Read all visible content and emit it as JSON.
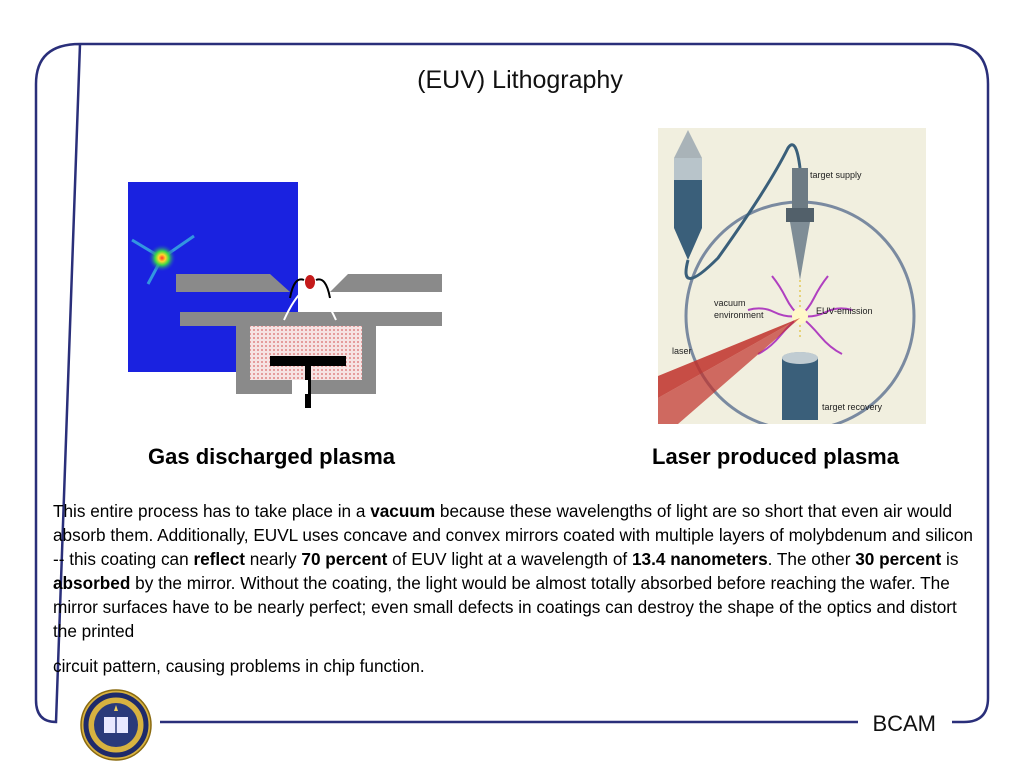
{
  "slide": {
    "title": "(EUV) Lithography",
    "footer": "BCAM"
  },
  "figures": {
    "left_caption": "Gas discharged plasma",
    "right_caption": "Laser produced plasma",
    "right_labels": {
      "target_supply": "target supply",
      "vacuum": "vacuum",
      "environment": "environment",
      "euv_emission": "EUV-emission",
      "laser": "laser",
      "target_recovery": "target recovery"
    }
  },
  "body": {
    "p1": "This entire process has to take place in a ",
    "b1": "vacuum",
    "p2": " because these wavelengths of light are so short that even air would absorb them. Additionally, EUVL uses concave and convex mirrors coated with multiple layers of molybdenum and silicon -- this coating can ",
    "b2": "reflect",
    "p3": " nearly ",
    "b3": "70 percent",
    "p4": " of EUV light at a wavelength of ",
    "b4": "13.4 nanometers",
    "p5": ". The other ",
    "b5": "30 percent",
    "p6": " is ",
    "b6": "absorbed",
    "p7": " by the mirror. Without the coating, the light would be almost totally absorbed before reaching the wafer. The mirror surfaces have to be nearly perfect; even small defects in coatings can destroy the shape of the optics and distort the printed",
    "p8": "circuit pattern, causing problems in chip function."
  },
  "colors": {
    "frame": "#2a2f7a",
    "plasma_blue": "#1a22e0",
    "laser_red": "#c0302a"
  }
}
